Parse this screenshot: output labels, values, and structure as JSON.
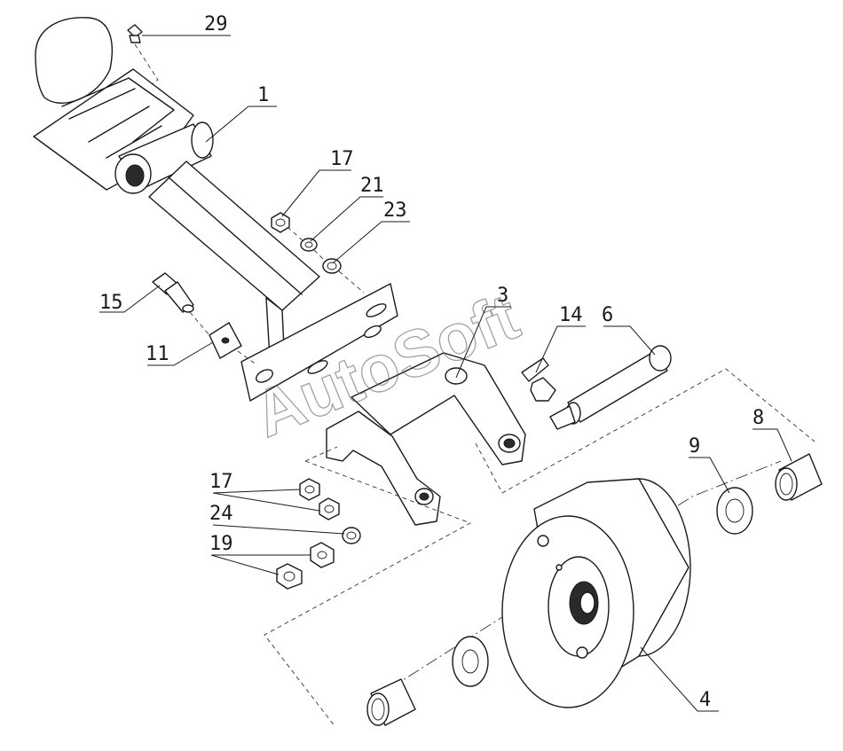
{
  "watermark": "AutoSoft",
  "callouts": [
    {
      "id": "c29",
      "label": "29"
    },
    {
      "id": "c1",
      "label": "1"
    },
    {
      "id": "c17a",
      "label": "17"
    },
    {
      "id": "c21",
      "label": "21"
    },
    {
      "id": "c23",
      "label": "23"
    },
    {
      "id": "c15",
      "label": "15"
    },
    {
      "id": "c11",
      "label": "11"
    },
    {
      "id": "c3",
      "label": "3"
    },
    {
      "id": "c14",
      "label": "14"
    },
    {
      "id": "c6",
      "label": "6"
    },
    {
      "id": "c8",
      "label": "8"
    },
    {
      "id": "c9",
      "label": "9"
    },
    {
      "id": "c17b",
      "label": "17"
    },
    {
      "id": "c24",
      "label": "24"
    },
    {
      "id": "c19",
      "label": "19"
    },
    {
      "id": "c4",
      "label": "4"
    }
  ]
}
